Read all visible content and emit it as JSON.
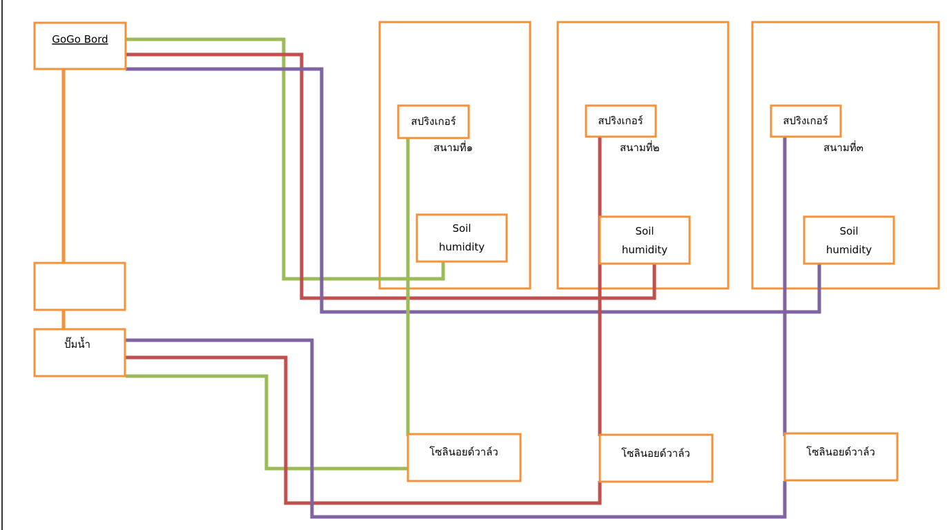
{
  "colors": {
    "box_stroke": "#f4923a",
    "wire_green": "#9bbb59",
    "wire_red": "#c0504d",
    "wire_purple": "#8064a2",
    "trunk_orange": "#f4923a",
    "page_edge": "#333333"
  },
  "controller": {
    "label": "GoGo Bord"
  },
  "relay": {
    "label": ""
  },
  "pump": {
    "label": "ปั๊มน้ำ"
  },
  "fields": [
    {
      "name": "สนามที่๑",
      "sprinkler": "สปริงเกอร์",
      "sensor_line1": "Soil",
      "sensor_line2": "humidity",
      "valve": "โซลินอยด์วาล์ว",
      "wire": "green"
    },
    {
      "name": "สนามที่๒",
      "sprinkler": "สปริงเกอร์",
      "sensor_line1": "Soil",
      "sensor_line2": "humidity",
      "valve": "โซลินอยด์วาล์ว",
      "wire": "red"
    },
    {
      "name": "สนามที่๓",
      "sprinkler": "สปริงเกอร์",
      "sensor_line1": "Soil",
      "sensor_line2": "humidity",
      "valve": "โซลินอยด์วาล์ว",
      "wire": "purple"
    }
  ]
}
